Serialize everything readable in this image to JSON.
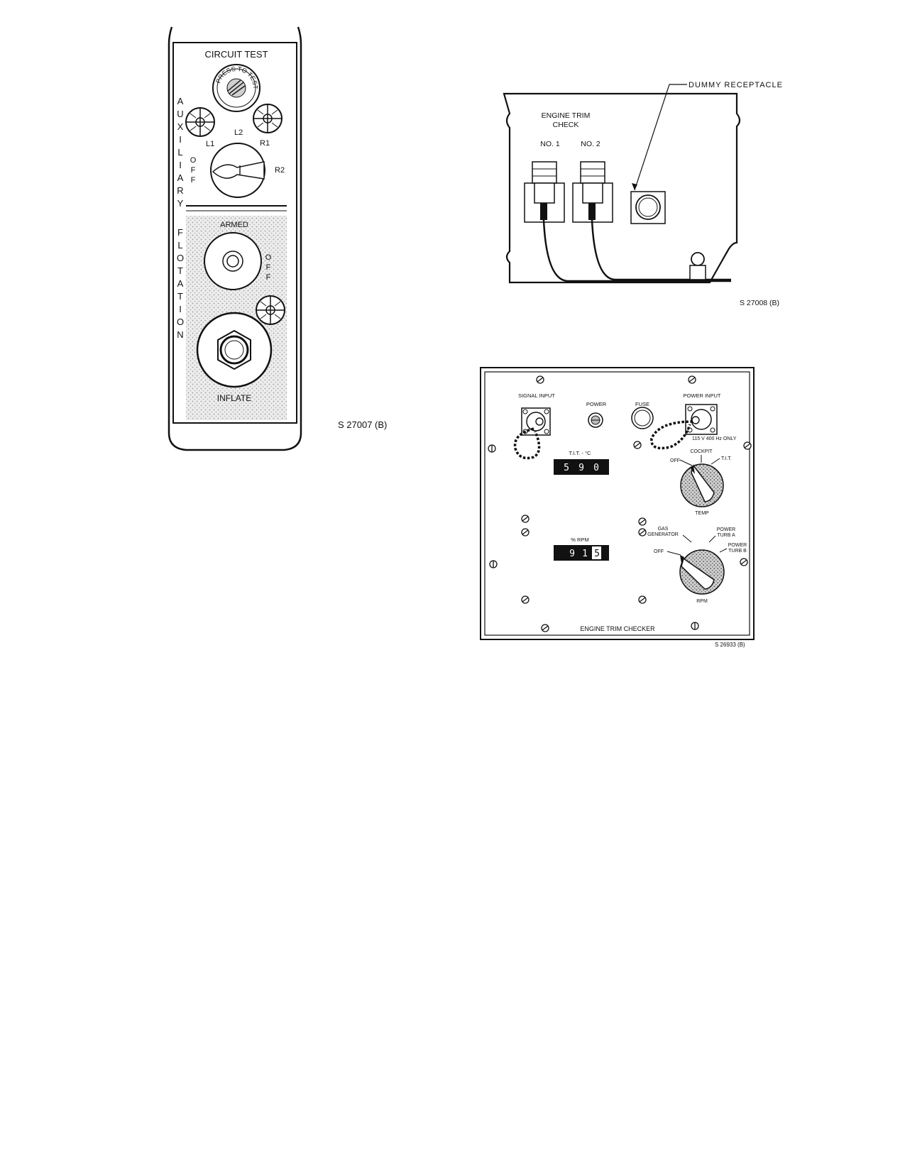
{
  "fig1": {
    "title": "CIRCUIT TEST",
    "button_text": "PRESS TO TEST",
    "vertical_top": "AUXILIARY",
    "vertical_bottom": "FLOTATION",
    "sel_l1": "L1",
    "sel_l2": "L2",
    "sel_r1": "R1",
    "sel_r2": "R2",
    "sel_off": "OFF",
    "armed": "ARMED",
    "off2": "OFF",
    "inflate": "INFLATE",
    "ref": "S 27007 (B)"
  },
  "fig2": {
    "callout": "DUMMY RECEPTACLE",
    "title_line1": "ENGINE TRIM",
    "title_line2": "CHECK",
    "no1": "NO. 1",
    "no2": "NO. 2",
    "ref": "S 27008 (B)"
  },
  "fig3": {
    "signal_input": "SIGNAL INPUT",
    "power": "POWER",
    "fuse": "FUSE",
    "power_input": "POWER INPUT",
    "power_note": "115 V 400 Hz ONLY",
    "tit_label": "T.I.T. - °C",
    "tit_digits": [
      "5",
      "9",
      "0"
    ],
    "temp_off": "OFF",
    "temp_cockpit": "COCKPIT",
    "temp_tit": "T.I.T.",
    "temp_label": "TEMP",
    "rpm_label": "% RPM",
    "rpm_digits": [
      "9",
      "1",
      "5"
    ],
    "gas_gen1": "GAS",
    "gas_gen2": "GENERATOR",
    "rpm_off": "OFF",
    "pta1": "POWER",
    "pta2": "TURB A",
    "ptb1": "POWER",
    "ptb2": "TURB B",
    "rpm_sel": "RPM",
    "bottom_title": "ENGINE TRIM CHECKER",
    "ref": "S 26933 (B)"
  }
}
